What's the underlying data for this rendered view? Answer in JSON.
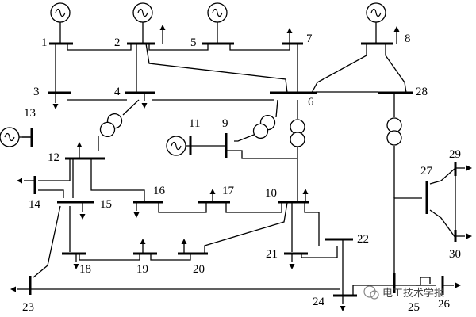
{
  "diagram": {
    "bus_labels": [
      "1",
      "2",
      "3",
      "4",
      "5",
      "6",
      "7",
      "8",
      "9",
      "10",
      "11",
      "12",
      "13",
      "14",
      "15",
      "16",
      "17",
      "18",
      "19",
      "20",
      "21",
      "22",
      "23",
      "24",
      "25",
      "26",
      "27",
      "28",
      "29",
      "30"
    ],
    "watermark": "电工技术学报"
  }
}
